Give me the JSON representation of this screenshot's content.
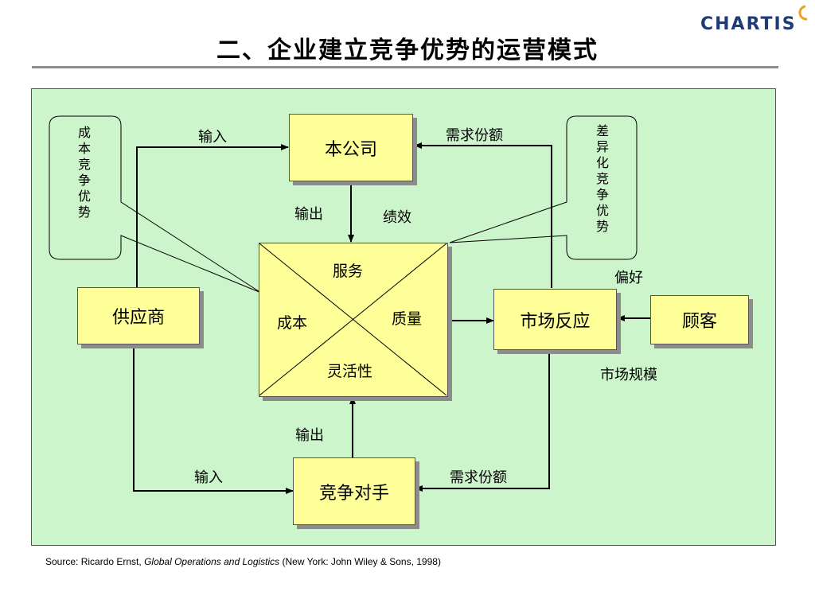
{
  "header": {
    "title": "二、企业建立竞争优势的运营模式",
    "logo_text": "CHARTIS"
  },
  "nodes": {
    "company": "本公司",
    "supplier": "供应商",
    "market": "市场反应",
    "customer": "顾客",
    "competitor": "竞争对手"
  },
  "center": {
    "top": "服务",
    "left": "成本",
    "right": "质量",
    "bottom": "灵活性"
  },
  "callouts": {
    "cost_advantage": "成本竞争优势",
    "diff_advantage": "差异化竞争优势"
  },
  "labels": {
    "input_top": "输入",
    "demand_top": "需求份额",
    "output_top": "输出",
    "performance": "绩效",
    "preference": "偏好",
    "market_size": "市场规模",
    "output_bottom": "输出",
    "input_bottom": "输入",
    "demand_bottom": "需求份额"
  },
  "source": {
    "prefix": "Source: Ricardo Ernst, ",
    "book": "Global Operations and Logistics",
    "suffix": " (New York: John Wiley & Sons, 1998)"
  },
  "colors": {
    "panel_bg": "#ccf5cc",
    "box_fill": "#ffff99",
    "logo_blue": "#1e3c78",
    "logo_orange": "#f0a020"
  }
}
